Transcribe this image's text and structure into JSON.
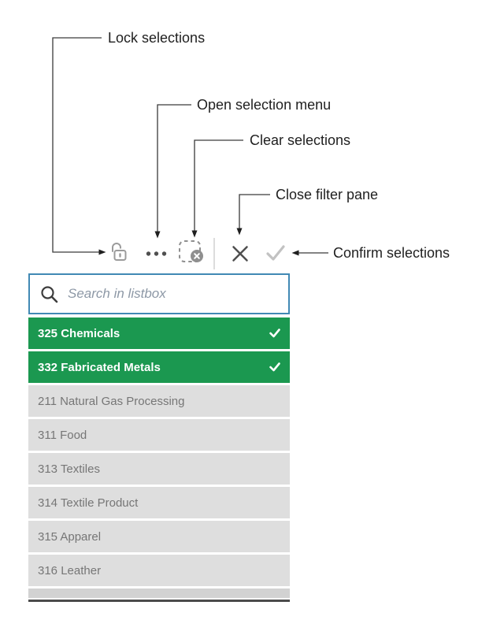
{
  "annotations": {
    "lock": "Lock selections",
    "menu": "Open selection menu",
    "clear": "Clear selections",
    "close": "Close filter pane",
    "confirm": "Confirm selections"
  },
  "toolbar": {
    "buttons": [
      {
        "name": "lock",
        "icon": "unlock-icon"
      },
      {
        "name": "menu",
        "icon": "more-options-icon"
      },
      {
        "name": "clear",
        "icon": "clear-selections-icon"
      },
      {
        "name": "close",
        "icon": "close-icon"
      },
      {
        "name": "confirm",
        "icon": "confirm-check-icon",
        "state": "disabled"
      }
    ]
  },
  "listbox": {
    "search": {
      "placeholder": "Search in listbox",
      "value": "",
      "icon": "search-icon"
    },
    "items": [
      {
        "label": "325 Chemicals",
        "selected": true
      },
      {
        "label": "332 Fabricated Metals",
        "selected": true
      },
      {
        "label": "211 Natural Gas Processing",
        "selected": false
      },
      {
        "label": "311 Food",
        "selected": false
      },
      {
        "label": "313 Textiles",
        "selected": false
      },
      {
        "label": "314 Textile Product",
        "selected": false
      },
      {
        "label": "315 Apparel",
        "selected": false
      },
      {
        "label": "316 Leather",
        "selected": false
      }
    ]
  },
  "colors": {
    "selected_green": "#1B9850",
    "unselected_gray": "#DEDEDE",
    "unselected_text": "#767676",
    "search_border_blue": "#4189B4",
    "annotation_ink": "#1F1F1F"
  }
}
